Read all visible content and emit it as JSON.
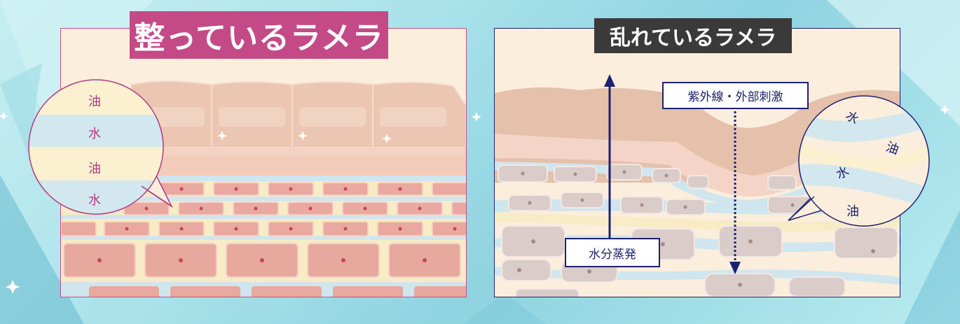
{
  "left_panel": {
    "title": "整っているラメラ",
    "bubble_labels": [
      "油",
      "水",
      "油",
      "水"
    ]
  },
  "right_panel": {
    "title": "乱れているラメラ",
    "uv_label": "紫外線・外部刺激",
    "evaporation_label": "水分蒸発",
    "bubble_labels": [
      "水",
      "油",
      "水",
      "油"
    ]
  },
  "colors": {
    "left_accent": "#c44a87",
    "right_accent": "#1d2270",
    "right_title_bg": "#3a3a3a",
    "skin_cell": "#e9b3a2",
    "oil_band": "#f7ecc6",
    "water_band": "#cfe6ef"
  }
}
